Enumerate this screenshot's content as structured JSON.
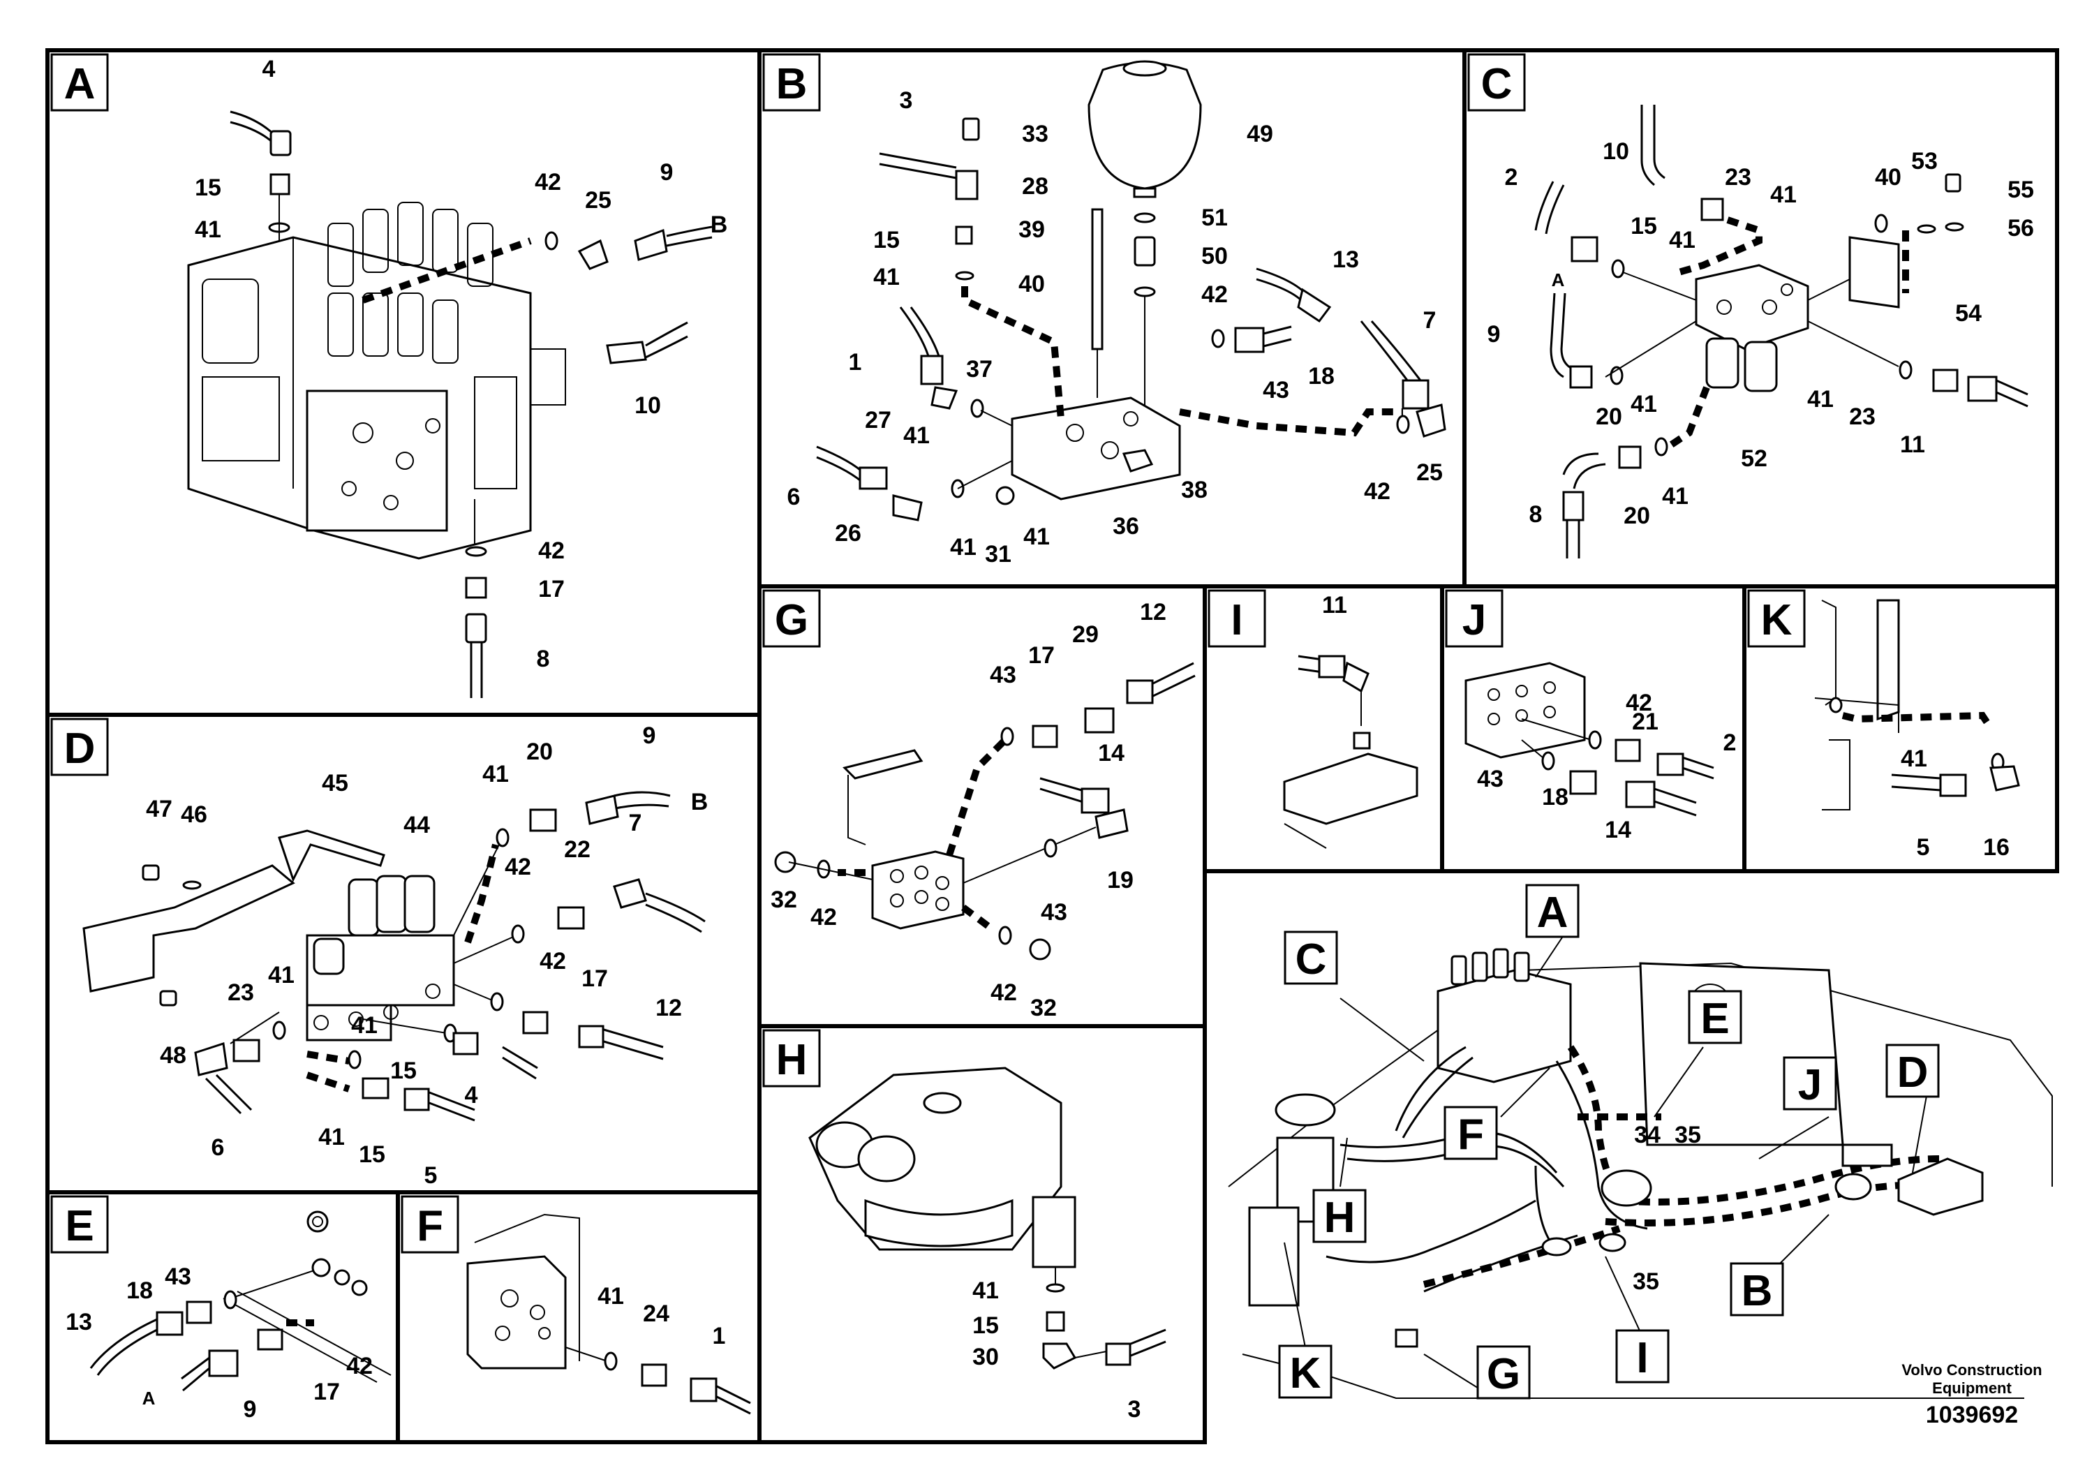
{
  "panels": {
    "A": {
      "letter": "A",
      "labels": [
        "4",
        "15",
        "41",
        "42",
        "25",
        "9",
        "B",
        "10",
        "42",
        "17",
        "8"
      ]
    },
    "B": {
      "letter": "B",
      "labels": [
        "3",
        "33",
        "28",
        "49",
        "15",
        "39",
        "51",
        "50",
        "13",
        "41",
        "40",
        "42",
        "1",
        "37",
        "7",
        "18",
        "43",
        "27",
        "41",
        "6",
        "38",
        "36",
        "26",
        "41",
        "31",
        "41",
        "25",
        "42"
      ]
    },
    "C": {
      "letter": "C",
      "labels": [
        "10",
        "2",
        "23",
        "41",
        "15",
        "41",
        "40",
        "53",
        "55",
        "56",
        "A",
        "9",
        "54",
        "20",
        "41",
        "41",
        "23",
        "11",
        "52",
        "20",
        "41",
        "8"
      ]
    },
    "D": {
      "letter": "D",
      "labels": [
        "9",
        "B",
        "41",
        "20",
        "45",
        "44",
        "47",
        "46",
        "42",
        "22",
        "7",
        "42",
        "17",
        "23",
        "41",
        "48",
        "41",
        "15",
        "4",
        "12",
        "41",
        "15",
        "6",
        "5"
      ]
    },
    "E": {
      "letter": "E",
      "labels": [
        "18",
        "43",
        "13",
        "42",
        "A",
        "9",
        "17"
      ]
    },
    "F": {
      "letter": "F",
      "labels": [
        "41",
        "24",
        "1"
      ]
    },
    "G": {
      "letter": "G",
      "labels": [
        "12",
        "17",
        "29",
        "43",
        "14",
        "19",
        "32",
        "42",
        "43",
        "42",
        "32"
      ]
    },
    "H": {
      "letter": "H",
      "labels": [
        "41",
        "15",
        "30",
        "3"
      ]
    },
    "I": {
      "letter": "I",
      "labels": [
        "11"
      ]
    },
    "J": {
      "letter": "J",
      "labels": [
        "42",
        "21",
        "2",
        "43",
        "18",
        "14"
      ]
    },
    "K": {
      "letter": "K",
      "labels": [
        "41",
        "5",
        "16"
      ]
    },
    "overview": {
      "callouts": [
        "A",
        "C",
        "E",
        "J",
        "D",
        "F",
        "H",
        "B",
        "G",
        "I",
        "K"
      ],
      "labels": [
        "34",
        "35",
        "35"
      ]
    }
  },
  "footer": {
    "brand_line1": "Volvo Construction",
    "brand_line2": "Equipment",
    "figure_number": "1039692"
  }
}
